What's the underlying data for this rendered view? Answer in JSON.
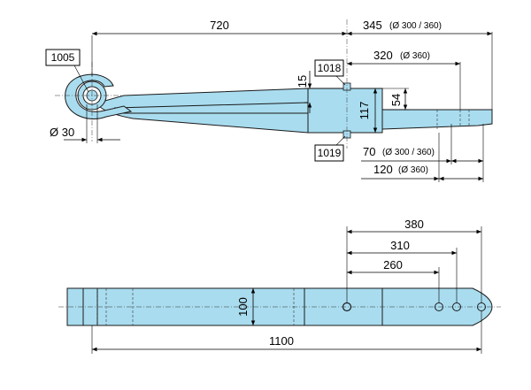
{
  "side_view": {
    "dims": {
      "length_eye_to_center": "720",
      "center_to_end": "345",
      "center_to_end_note": "(Ø 300 / 360)",
      "center_to_hole": "320",
      "center_to_hole_note": "(Ø 360)",
      "clamp_thickness": "15",
      "leaf_height": "117",
      "end_height": "54",
      "eye_diameter": "Ø 30",
      "hole_spacing_1": "70",
      "hole_spacing_1_note": "(Ø 300 / 360)",
      "hole_spacing_2": "120",
      "hole_spacing_2_note": "(Ø 360)"
    },
    "tags": {
      "eye_bushing": "1005",
      "top_clamp": "1018",
      "bottom_clamp": "1019"
    }
  },
  "top_view": {
    "dims": {
      "total_length": "1100",
      "width": "100",
      "hole_1": "260",
      "hole_2": "310",
      "hole_3": "380"
    }
  },
  "colors": {
    "part_fill": "#a9dcef",
    "line": "#1a1a1a"
  }
}
